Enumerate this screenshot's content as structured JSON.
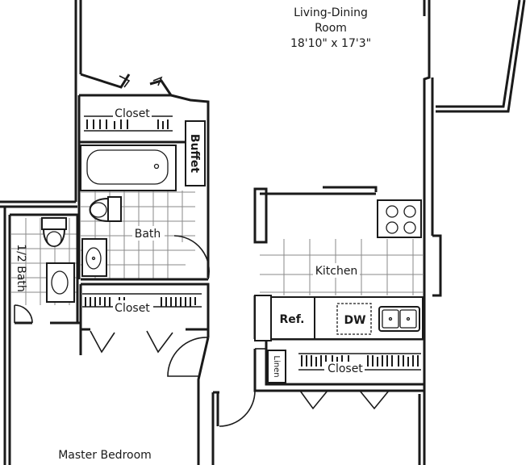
{
  "rooms": {
    "living_dining": {
      "name_line1": "Living-Dining",
      "name_line2": "Room",
      "dimensions": "18'10\" x 17'3\""
    },
    "closet_top": "Closet",
    "buffet": "Buffet",
    "bath": "Bath",
    "half_bath": "1/2 Bath",
    "closet_mid": "Closet",
    "kitchen": "Kitchen",
    "refrigerator": "Ref.",
    "dishwasher": "DW",
    "linen": "Linen",
    "closet_right": "Closet",
    "master_bedroom": "Master Bedroom"
  }
}
